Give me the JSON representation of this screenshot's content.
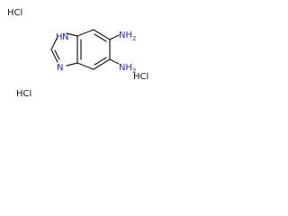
{
  "molecule": {
    "labels": {
      "nh": "H",
      "n_top": "N",
      "n_bottom": "N",
      "nh2_top": "NH",
      "nh2_top_sub": "2",
      "nh2_bottom": "NH",
      "nh2_bottom_sub": "2"
    },
    "salts": {
      "hcl_top_left": "HCl",
      "hcl_bottom_left": "HCl",
      "hcl_bottom_right": "HCl"
    },
    "colors": {
      "bond": "#1a1a1a",
      "nitrogen": "#2a2ad0",
      "chlorine": "#1a1a1a"
    }
  }
}
